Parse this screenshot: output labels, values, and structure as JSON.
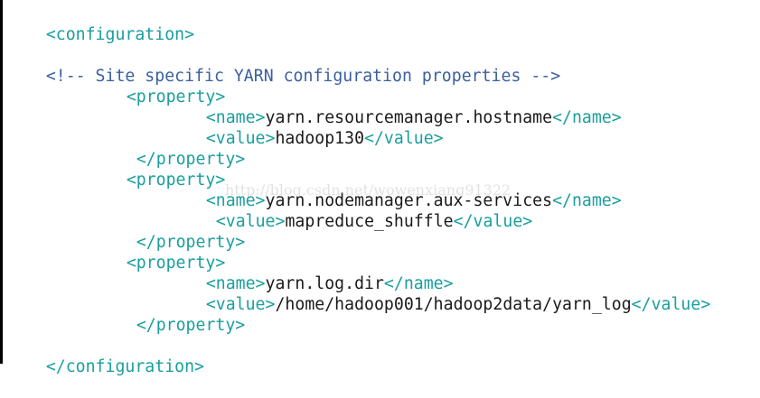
{
  "colors": {
    "tag": "#1a9e9e",
    "comment": "#3a5fa0",
    "text": "#1a1a1a"
  },
  "code": {
    "config_open": "<configuration>",
    "comment": "<!-- Site specific YARN configuration properties -->",
    "prop1_open": "<property>",
    "prop1_name_open": "<name>",
    "prop1_name_value": "yarn.resourcemanager.hostname",
    "prop1_name_close": "</name>",
    "prop1_value_open": "<value>",
    "prop1_value_value": "hadoop130",
    "prop1_value_close": "</value>",
    "prop1_close": "</property>",
    "prop2_open": "<property>",
    "prop2_name_open": "<name>",
    "prop2_name_value": "yarn.nodemanager.aux-services",
    "prop2_name_close": "</name>",
    "prop2_value_open": "<value>",
    "prop2_value_value": "mapreduce_shuffle",
    "prop2_value_close": "</value>",
    "prop2_close": "</property>",
    "prop3_open": "<property>",
    "prop3_name_open": "<name>",
    "prop3_name_value": "yarn.log.dir",
    "prop3_name_close": "</name>",
    "prop3_value_open": "<value>",
    "prop3_value_value": "/home/hadoop001/hadoop2data/yarn_log",
    "prop3_value_close": "</value>",
    "prop3_close": "</property>",
    "config_close": "</configuration>"
  },
  "watermark": "http://blog.csdn.net/wowenxiang91322"
}
